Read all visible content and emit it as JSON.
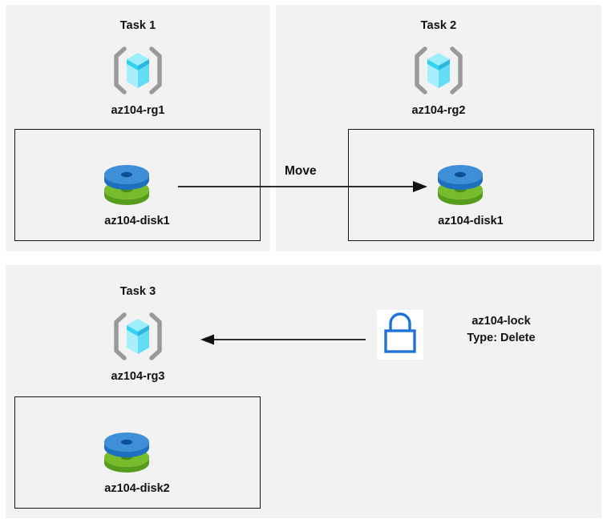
{
  "diagram": {
    "background_color": "#ffffff",
    "panel_color": "#f2f2f2",
    "box_border_color": "#161616",
    "text_color": "#121212"
  },
  "panels": [
    {
      "id": "task1",
      "title": "Task 1",
      "resource_group": {
        "icon": "resource-group-cube-icon",
        "label": "az104-rg1"
      },
      "resource": {
        "icon": "managed-disk-icon",
        "label": "az104-disk1"
      }
    },
    {
      "id": "task2",
      "title": "Task 2",
      "resource_group": {
        "icon": "resource-group-cube-icon",
        "label": "az104-rg2"
      },
      "resource": {
        "icon": "managed-disk-icon",
        "label": "az104-disk1"
      }
    },
    {
      "id": "task3",
      "title": "Task 3",
      "resource_group": {
        "icon": "resource-group-cube-icon",
        "label": "az104-rg3"
      },
      "resource": {
        "icon": "managed-disk-icon",
        "label": "az104-disk2"
      }
    }
  ],
  "connectors": [
    {
      "id": "move-arrow",
      "label": "Move",
      "direction": "right",
      "from": "az104-disk1 in az104-rg1",
      "to": "az104-disk1 in az104-rg2"
    },
    {
      "id": "lock-arrow",
      "label": "",
      "direction": "left",
      "from": "az104-lock",
      "to": "az104-rg3"
    }
  ],
  "lock": {
    "icon": "lock-icon",
    "name": "az104-lock",
    "type_line": "Type: Delete",
    "icon_color": "#1f73d8",
    "icon_background": "#ffffff"
  },
  "icon_colors": {
    "cube_bracket": "#9a9a9a",
    "cube_top_left": "#7fe2f7",
    "cube_top_right": "#9ceefb",
    "cube_bottom_left": "#33d2f2",
    "cube_bottom_right": "#2bb7db",
    "cube_lower_left": "#a9effb",
    "cube_lower_right": "#63dcf6",
    "disk_blue_top": "#3f8fd8",
    "disk_blue_side": "#1d6fc0",
    "disk_blue_hole": "#0d4f93",
    "disk_green_top": "#76bc2b",
    "disk_green_side": "#579c1c",
    "disk_green_hole": "#4a8a18"
  }
}
